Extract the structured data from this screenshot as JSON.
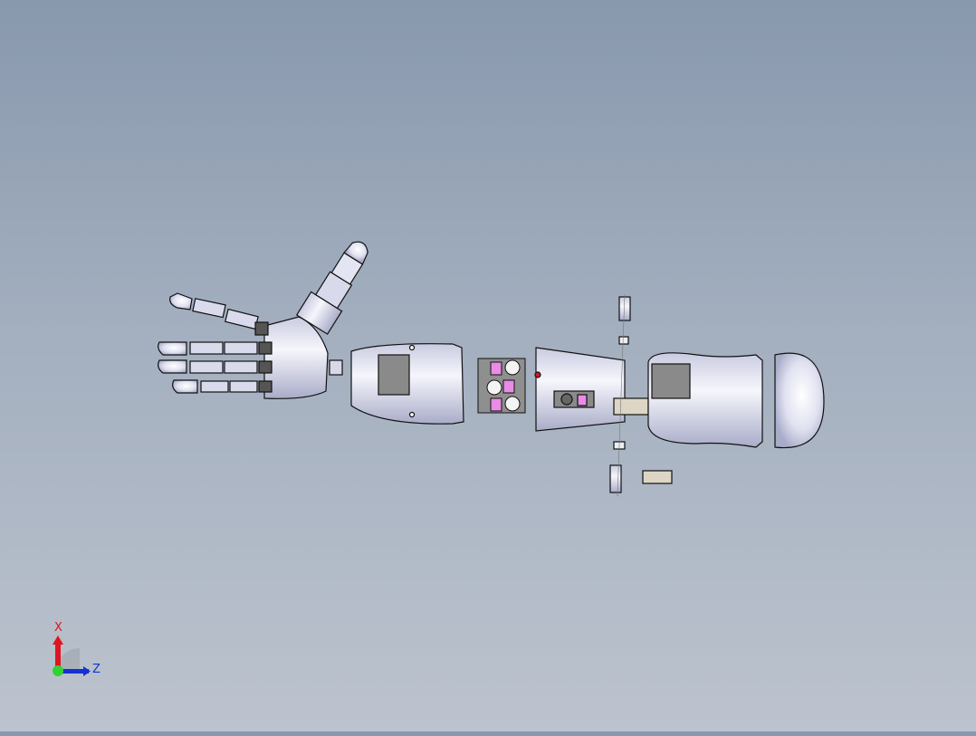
{
  "viewport": {
    "type": "cad-3d-graphics-area",
    "model_description": "exploded assembly of robotic arm: hand with fingers, forearm shell, servo block, elbow joint, upper arm shell, shoulder cap",
    "background_top": "#8898ad",
    "background_bottom": "#bcc3ce",
    "part_color": "#e6e8f5",
    "accent_pink": "#e88ce6",
    "servo_gray": "#8a8a8a"
  },
  "triad": {
    "x_label": "X",
    "z_label": "Z",
    "x_color": "#e0141e",
    "z_color": "#1432d2",
    "y_color": "#32d232"
  }
}
